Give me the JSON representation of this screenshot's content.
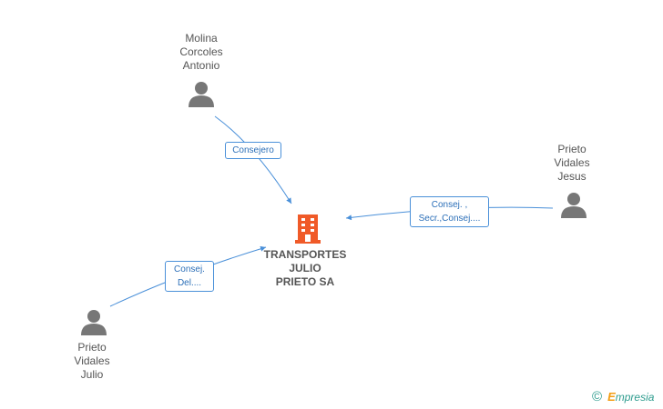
{
  "company": {
    "name_lines": [
      "TRANSPORTES",
      "JULIO",
      "PRIETO SA"
    ],
    "color": "#f05a28",
    "icon": "building-icon"
  },
  "persons": [
    {
      "id": "molina",
      "name_lines": [
        "Molina",
        "Corcoles",
        "Antonio"
      ],
      "role_lines": [
        "Consejero"
      ],
      "icon": "person-icon"
    },
    {
      "id": "prieto-jesus",
      "name_lines": [
        "Prieto",
        "Vidales",
        "Jesus"
      ],
      "role_lines": [
        "Consej. ,",
        "Secr.,Consej...."
      ],
      "icon": "person-icon"
    },
    {
      "id": "prieto-julio",
      "name_lines": [
        "Prieto",
        "Vidales",
        "Julio"
      ],
      "role_lines": [
        "Consej.",
        "Del...."
      ],
      "icon": "person-icon"
    }
  ],
  "colors": {
    "edge": "#4a90d9",
    "person": "#777777",
    "text": "#555555"
  },
  "brand": {
    "copyright": "©",
    "e": "E",
    "rest": "mpresia"
  }
}
